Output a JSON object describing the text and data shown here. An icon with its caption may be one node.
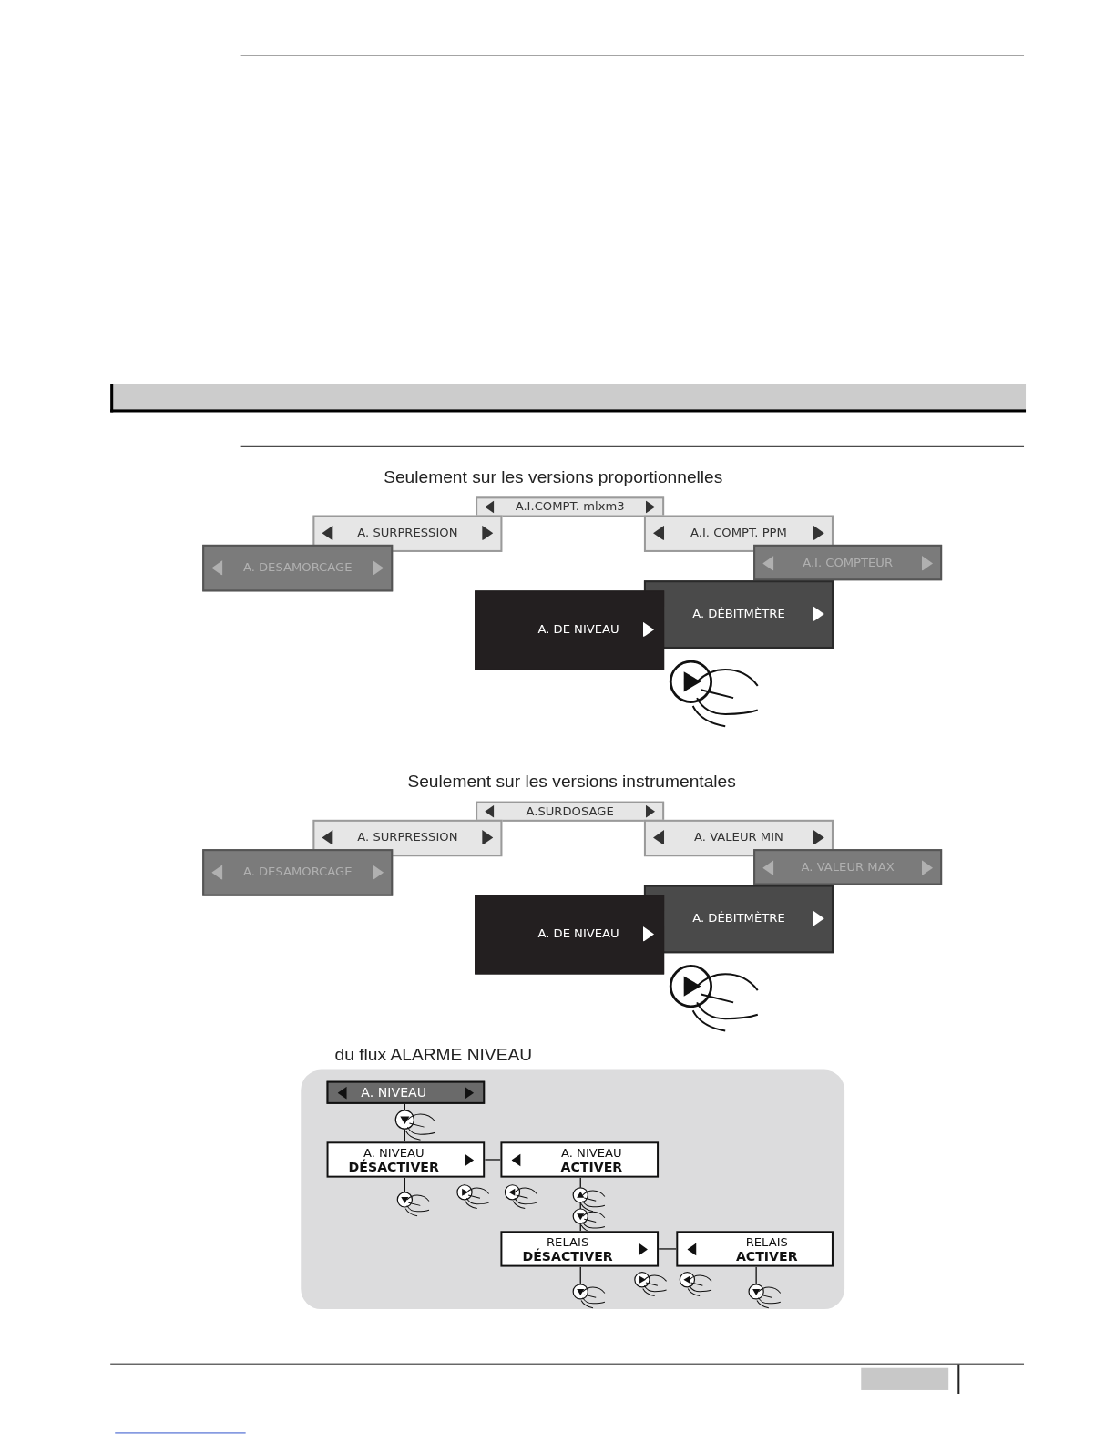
{
  "diagram": {
    "nodes": [
      {
        "text": [
          "A.I.COMPT. mlxm3"
        ]
      },
      {
        "text": [
          "A. SURPRESSION"
        ]
      },
      {
        "text": [
          "A.I. COMPT. PPM"
        ]
      },
      {
        "text": [
          "A. DESAMORCAGE"
        ]
      },
      {
        "text": [
          "A.I. COMPTEUR"
        ]
      },
      {
        "text": [
          "A. DÉBITMÈTRE"
        ]
      },
      {
        "text": [
          "A. DE NIVEAU"
        ]
      },
      {
        "text": [
          "A.SURDOSAGE"
        ]
      },
      {
        "text": [
          "A. SURPRESSION"
        ]
      },
      {
        "text": [
          "A. VALEUR MIN"
        ]
      },
      {
        "text": [
          "A. DESAMORCAGE"
        ]
      },
      {
        "text": [
          "A. VALEUR MAX"
        ]
      },
      {
        "text": [
          "A. DÉBITMÈTRE"
        ]
      },
      {
        "text": [
          "A. DE NIVEAU"
        ]
      },
      {
        "text": [
          "du flux ALARME NIVEAU"
        ]
      },
      {
        "text": [
          "A. NIVEAU"
        ],
        "in": 14
      },
      {
        "text": [
          "A. NIVEAU",
          "DÉSACTIVER"
        ],
        "in": 14
      },
      {
        "text": [
          "A. NIVEAU",
          "ACTIVER"
        ],
        "in": 14
      },
      {
        "text": [
          "RELAIS",
          "DÉSACTIVER"
        ],
        "in": 14
      },
      {
        "text": [
          "RELAIS",
          "ACTIVER"
        ],
        "in": 14
      },
      {
        "text": [],
        "shape": "circle",
        "in": 14
      },
      {
        "text": [],
        "shape": "circle",
        "in": 14
      },
      {
        "text": [],
        "shape": "circle",
        "in": 14
      },
      {
        "text": [],
        "shape": "circle",
        "in": 14
      },
      {
        "text": [],
        "shape": "circle",
        "in": 14
      },
      {
        "text": [],
        "shape": "circle",
        "in": 14
      }
    ],
    "edges": [
      {
        "from": 15,
        "to": 20,
        "arrow": "none"
      },
      {
        "from": 20,
        "to": 16,
        "arrow": "none"
      },
      {
        "from": 16,
        "to": 17,
        "arrow": "none"
      },
      {
        "from": 16,
        "to": 21,
        "arrow": "none"
      },
      {
        "from": 17,
        "to": 22,
        "arrow": "none"
      },
      {
        "from": 22,
        "to": 23,
        "arrow": "none"
      },
      {
        "from": 23,
        "to": 18,
        "arrow": "none"
      },
      {
        "from": 18,
        "to": 19,
        "arrow": "none"
      },
      {
        "from": 18,
        "to": 24,
        "arrow": "none"
      },
      {
        "from": 19,
        "to": 25,
        "arrow": "none"
      }
    ],
    "labels": [
      "Seulement sur les versions proportionnelles",
      "Seulement sur les versions instrumentales"
    ]
  }
}
